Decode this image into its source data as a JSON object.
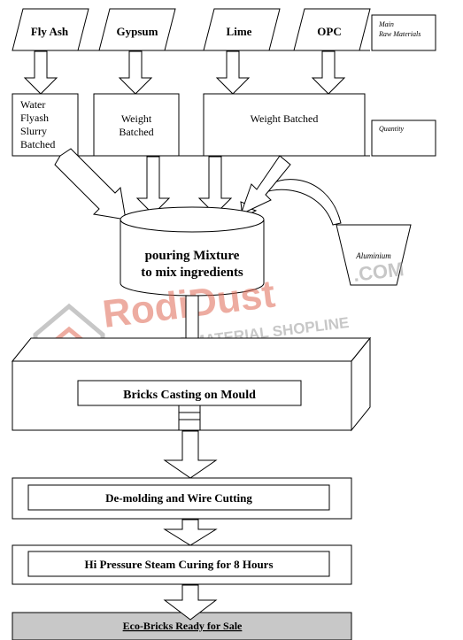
{
  "raw_materials": [
    {
      "label": "Fly Ash"
    },
    {
      "label": "Gypsum"
    },
    {
      "label": "Lime"
    },
    {
      "label": "OPC"
    }
  ],
  "legend": {
    "main_line1": "Main",
    "main_line2": "Raw Materials",
    "quantity": "Quantity"
  },
  "batching": {
    "water_lines": [
      "Water",
      "Flyash",
      "Slurry",
      "Batched"
    ],
    "gypsum_lines": [
      "Weight",
      "Batched"
    ],
    "lime_opc": "Weight Batched"
  },
  "aluminium": "Aluminium",
  "mixer": {
    "line1": "pouring Mixture",
    "line2": "to mix ingredients"
  },
  "steps": {
    "casting": "Bricks Casting on Mould",
    "demolding": "De-molding and Wire Cutting",
    "curing": "Hi Pressure Steam Curing for 8 Hours",
    "final": "Eco-Bricks Ready for Sale"
  },
  "watermark": {
    "brand": "RodiDust",
    "domain": ".COM",
    "tagline": "BUILDING MATERIAL SHOPLINE"
  },
  "colors": {
    "line": "#000000",
    "final_box": "#c8c8c8",
    "watermark": "#e06a55",
    "watermark_gray": "#9a9a9a"
  }
}
